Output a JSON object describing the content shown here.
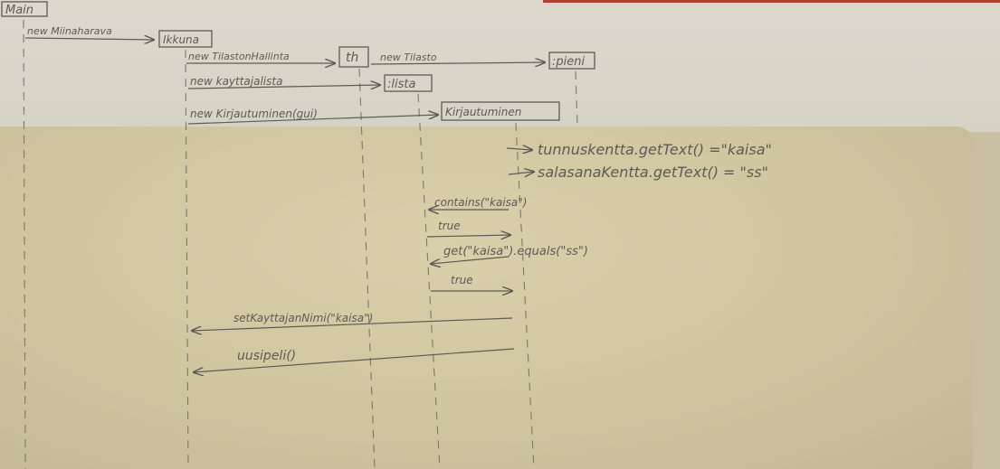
{
  "participants": {
    "main": "Main",
    "kaavio": "Ikkuna",
    "th": "th",
    "pieni": ":pieni",
    "lista": ":lista",
    "kirjautuminen": "Kirjautuminen"
  },
  "messages": {
    "new_kaavio": "new Miinaharava",
    "new_tilastonhallinta": "new TilastonHallinta",
    "new_tilasto": "new Tilasto",
    "new_kayttajalista": "new kayttajalista",
    "new_kirjautuminen": "new Kirjautuminen(gui)",
    "tunnus": "tunnuskentta.getText() =\"kaisa\"",
    "salasana": "salasanaKentta.getText() = \"ss\"",
    "contains": "contains(\"kaisa\")",
    "true1": "true",
    "get_equals": "get(\"kaisa\").equals(\"ss\")",
    "true2": "true",
    "setnimi": "setKayttajanNimi(\"kaisa\")",
    "uusipeli": "uusipeli()"
  },
  "colors": {
    "ink": "#5d5b55",
    "paper": "#d8cfae",
    "paper_top": "#dcd8cd"
  }
}
